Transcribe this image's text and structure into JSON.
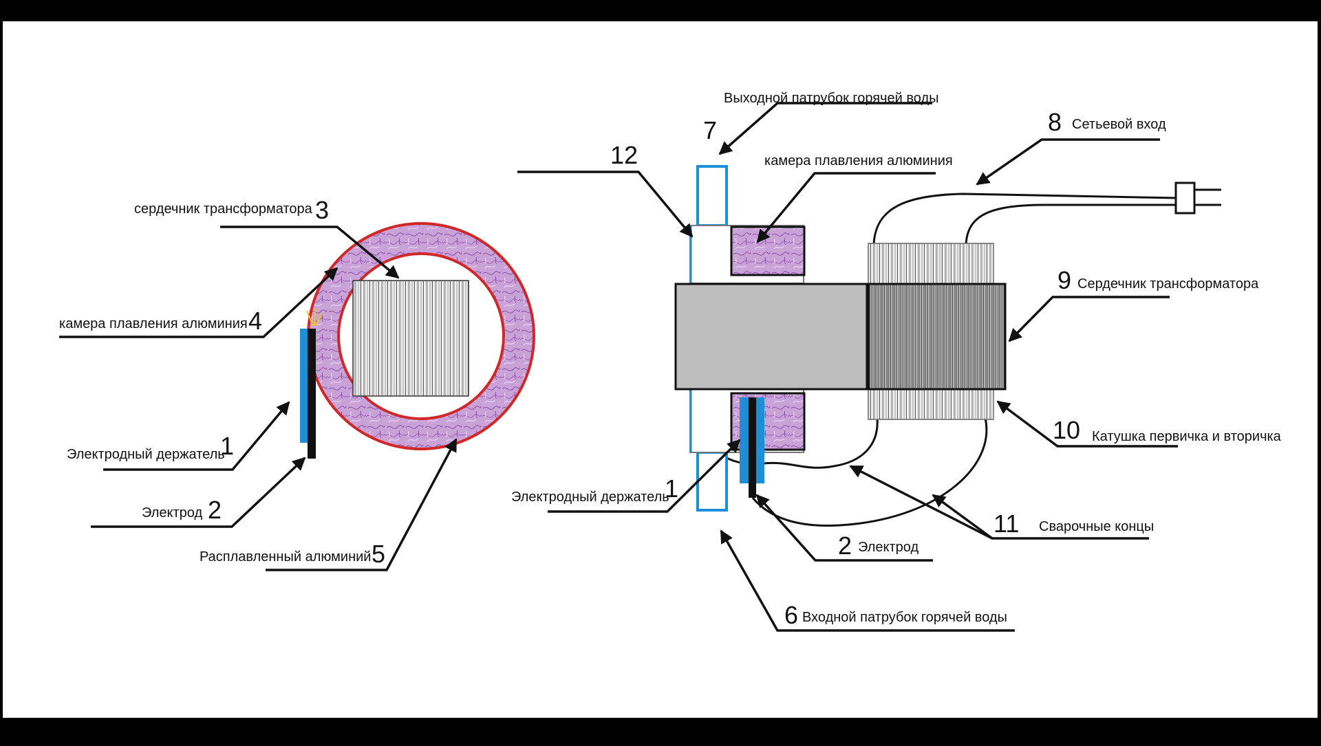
{
  "colors": {
    "background": "#000000",
    "canvas": "#ffffff",
    "ring_outline": "#d02828",
    "chamber_fill": "#c9a3d8",
    "electrode_holder": "#1e8fd6",
    "electrode": "#111111",
    "core_gray": "#bdbdbd",
    "pipe_outline": "#1e8fd6"
  },
  "left_view": {
    "core_label": "сердечник трансформатора",
    "core_num": "3",
    "chamber_label": "камера плавления алюминия",
    "chamber_num": "4",
    "holder_label": "Электродный держатель",
    "holder_num": "1",
    "electrode_label": "Электрод",
    "electrode_num": "2",
    "molten_label": "Расплавленный алюминий",
    "molten_num": "5"
  },
  "right_view": {
    "outlet_label": "Выходной патрубок горячей воды",
    "outlet_num": "7",
    "num12": "12",
    "chamber_label": "камера плавления алюминия",
    "mains_num": "8",
    "mains_label": "Сетьевой вход",
    "core_num": "9",
    "core_label": "Сердечник трансформатора",
    "coil_num": "10",
    "coil_label": "Катушка первичка и вторичка",
    "welding_num": "11",
    "welding_label": "Сварочные концы",
    "holder_label": "Электродный держатель",
    "holder_num": "1",
    "electrode_num": "2",
    "electrode_label": "Электрод",
    "inlet_num": "6",
    "inlet_label": "Входной патрубок горячей воды"
  }
}
